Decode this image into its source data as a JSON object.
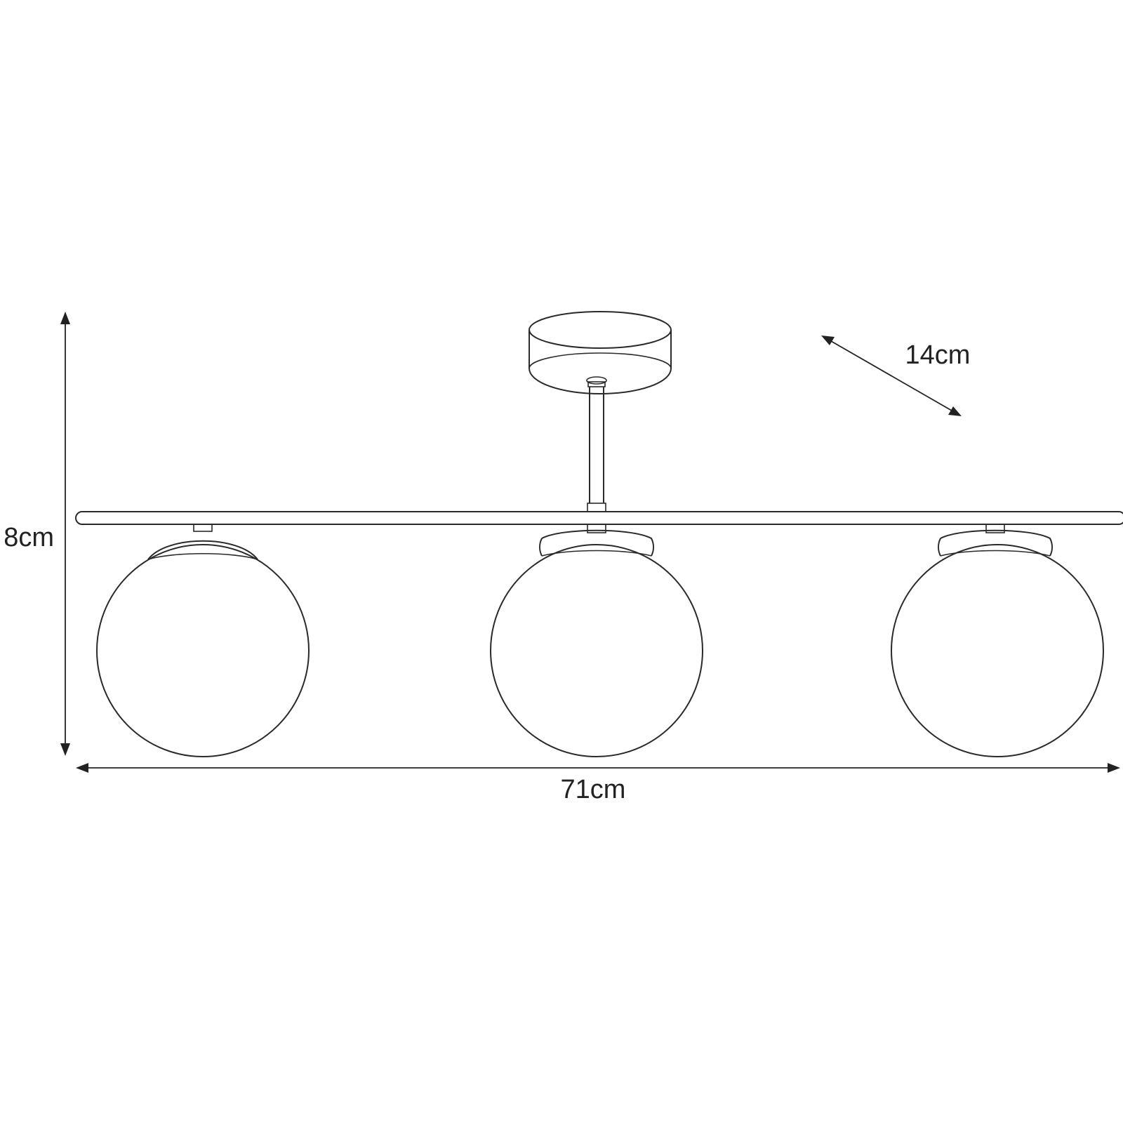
{
  "diagram": {
    "dimensions": {
      "height_label": "8cm",
      "width_label": "71cm",
      "depth_label": "14cm"
    },
    "components": {
      "shade_count": 3
    },
    "colors": {
      "stroke": "#2a2a2a",
      "background": "#ffffff"
    }
  }
}
